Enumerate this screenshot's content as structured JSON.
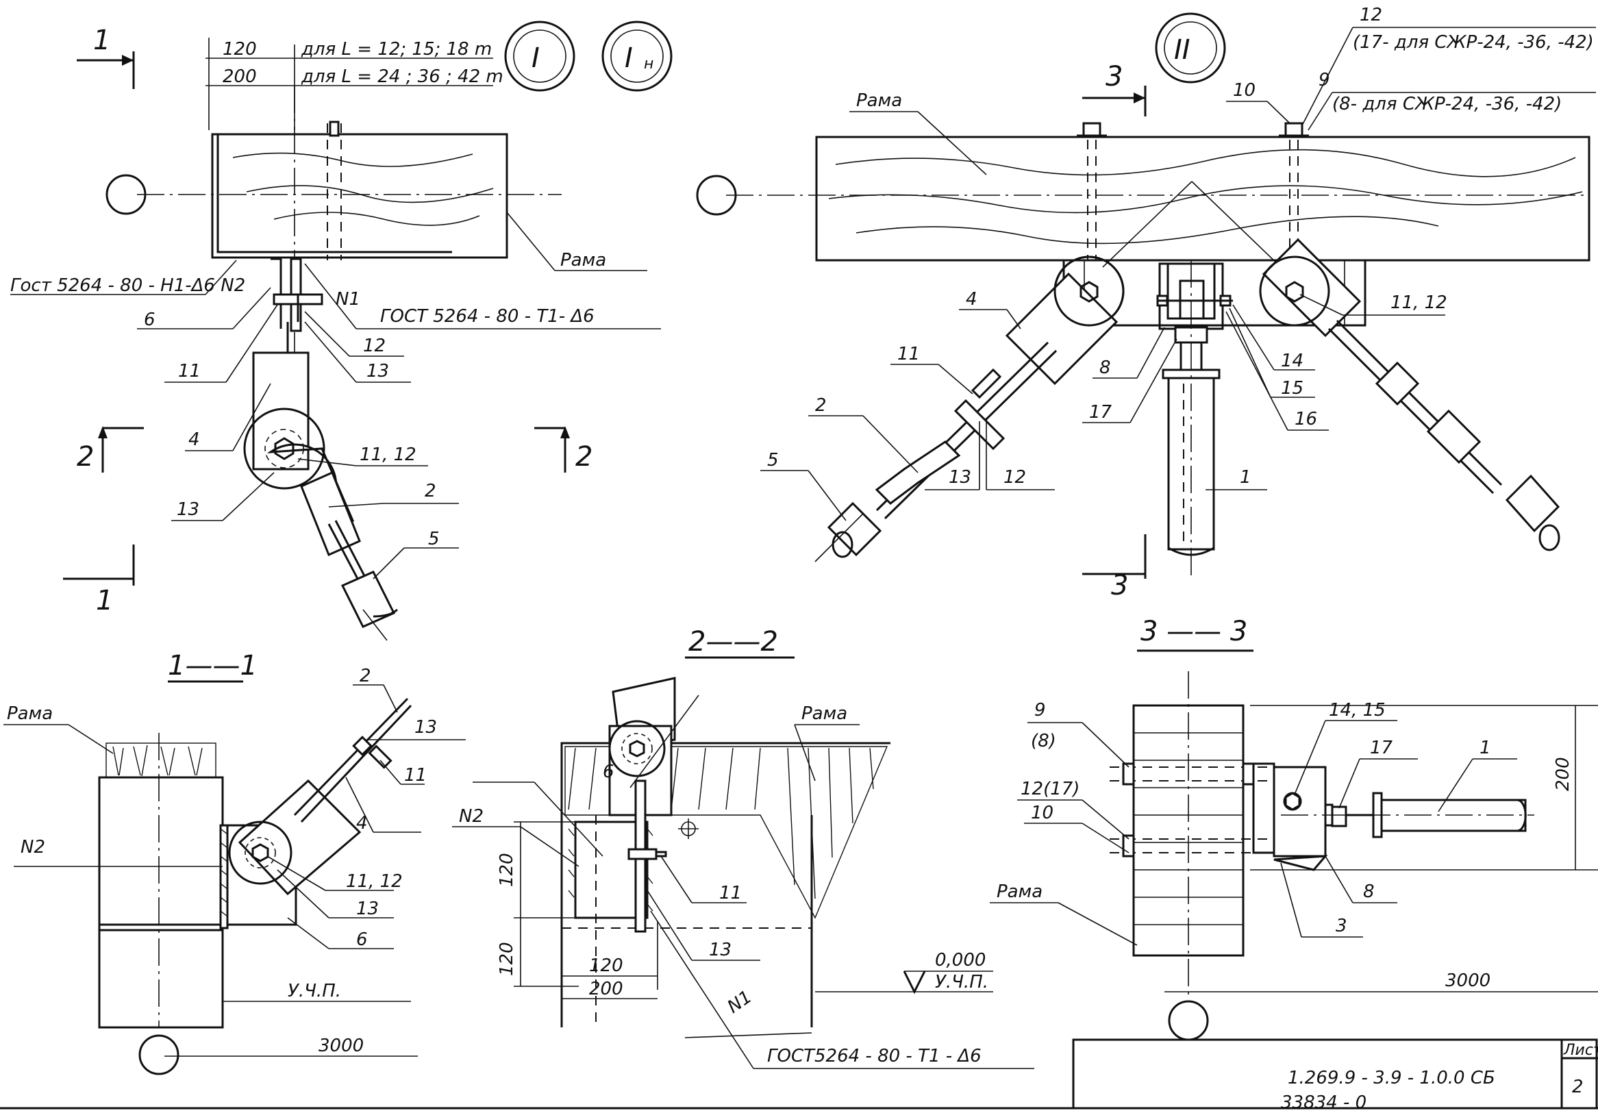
{
  "drawing": {
    "top_left": {
      "section_mark": "1",
      "section_mark_bottom": "1",
      "section2_left": "2",
      "section2_right": "2",
      "dim_120": "120",
      "dim_200": "200",
      "note_L1": "для L = 12; 15; 18 m",
      "note_L2": "для L = 24 ; 36 ; 42 m",
      "roman_I": "I",
      "roman_In": "I",
      "roman_In_sub": "н",
      "weld_note": "Гост 5264 - 80 - Н1-Δ6 N2",
      "weld_note2": "ГОСТ 5264 - 80 - Т1- Δ6",
      "weld_n1": "N1",
      "rama": "Рама",
      "pos_6": "6",
      "pos_11": "11",
      "pos_12": "12",
      "pos_13": "13",
      "pos_4": "4",
      "pos_11_12": "11, 12",
      "pos_13b": "13",
      "pos_2": "2",
      "pos_5": "5"
    },
    "top_right": {
      "roman_II": "II",
      "pos_12": "12",
      "note_12": "(17- для СЖР-24, -36, -42)",
      "pos_9": "9",
      "note_9": "(8- для СЖР-24, -36, -42)",
      "pos_10": "10",
      "sec3_top": "3",
      "sec3_bottom": "3",
      "rama": "Рама",
      "pos_4": "4",
      "pos_11": "11",
      "pos_8": "8",
      "pos_17": "17",
      "pos_2": "2",
      "pos_5": "5",
      "pos_13": "13",
      "pos_12b": "12",
      "pos_1": "1",
      "pos_14": "14",
      "pos_15": "15",
      "pos_16": "16",
      "pos_11_12": "11, 12"
    },
    "view_1_1": {
      "title": "1——1",
      "rama": "Рама",
      "weld_n2": "N2",
      "pos_2": "2",
      "pos_13": "13",
      "pos_11": "11",
      "pos_4": "4",
      "pos_11_12": "11, 12",
      "pos_13b": "13",
      "pos_6": "6",
      "level": "У.Ч.П.",
      "dim_3000": "3000"
    },
    "view_2_2": {
      "title": "2——2",
      "rama": "Рама",
      "pos_6": "6",
      "weld_n2": "N2",
      "dim_120_v": "120",
      "dim_120_v2": "120",
      "dim_120_h": "120",
      "dim_200_h": "200",
      "pos_11": "11",
      "pos_13": "13",
      "weld_n1": "N1",
      "weld_note": "ГОСТ5264 - 80 - Т1 - Δ6",
      "level_value": "0,000",
      "level": "У.Ч.П."
    },
    "view_3_3": {
      "title": "3 —— 3",
      "pos_9": "9",
      "pos_9_alt": "(8)",
      "pos_12_17": "12(17)",
      "pos_10": "10",
      "pos_14_15": "14, 15",
      "pos_17": "17",
      "pos_1": "1",
      "dim_200": "200",
      "rama": "Рама",
      "pos_8": "8",
      "pos_3": "3",
      "dim_3000": "3000"
    },
    "title_block": {
      "sheet_label": "Лист",
      "doc_code": "1.269.9 - 3.9 - 1.0.0 СБ",
      "sheet_no": "2",
      "bottom_code": "33834 - 0"
    }
  }
}
